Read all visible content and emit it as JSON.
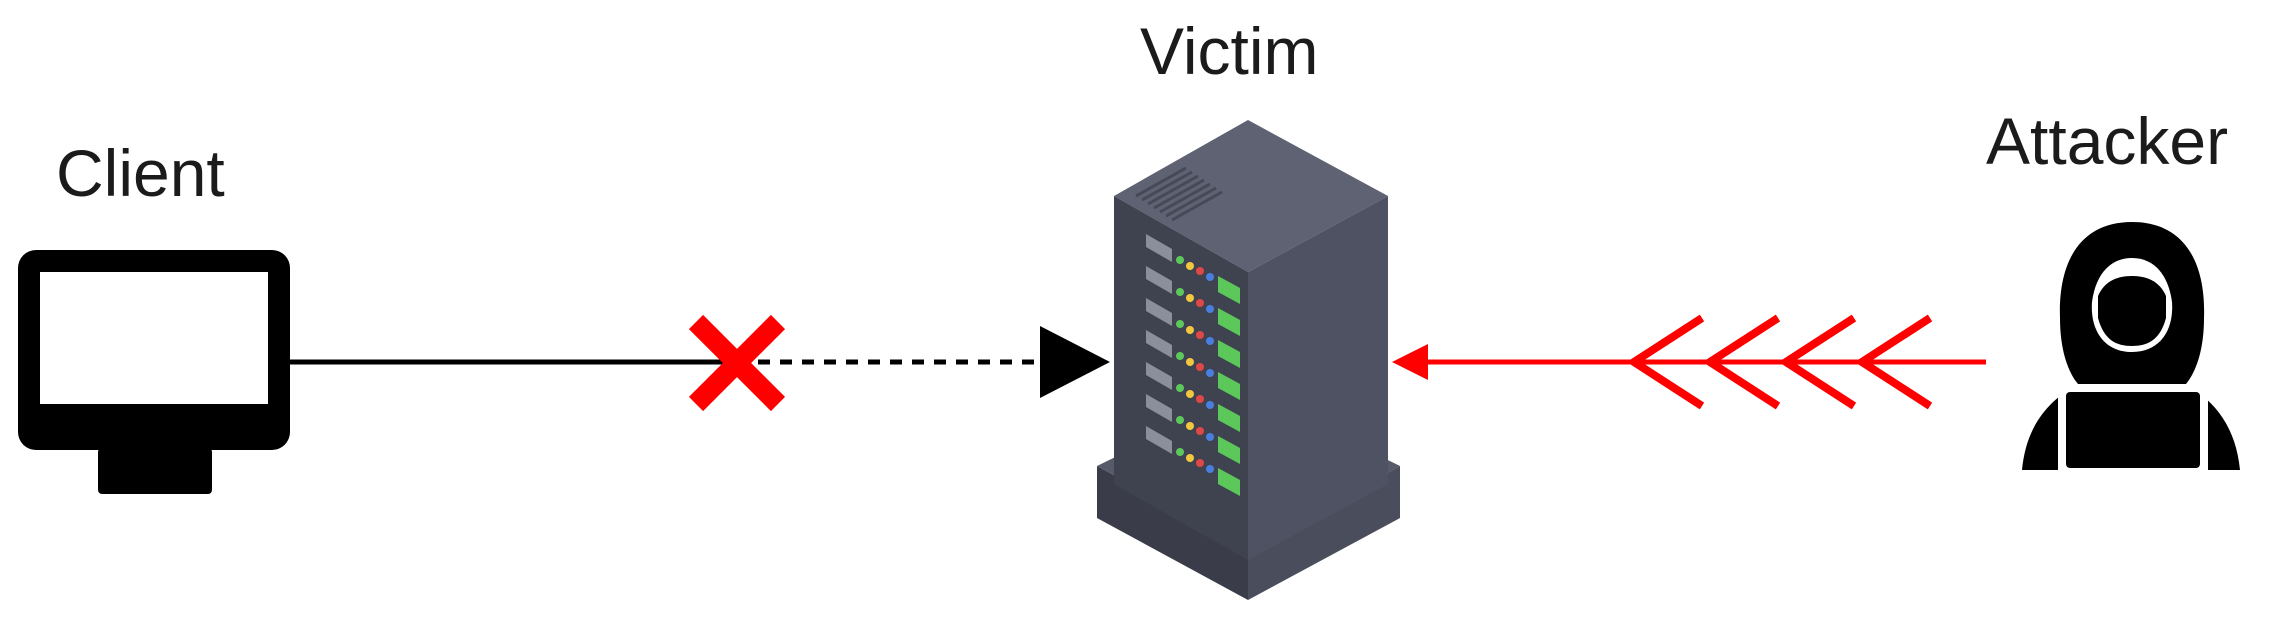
{
  "labels": {
    "client": "Client",
    "victim": "Victim",
    "attacker": "Attacker"
  },
  "icons": {
    "client": "monitor-icon",
    "victim": "server-icon",
    "attacker": "hooded-hacker-icon",
    "blocked": "x-mark-icon"
  },
  "colors": {
    "attack": "#ff0000",
    "blocked": "#ff0000",
    "connection": "#000000",
    "server_front": "#3f4350",
    "server_side": "#4e5262",
    "server_top": "#5e6272",
    "led_green": "#5cc85c"
  }
}
